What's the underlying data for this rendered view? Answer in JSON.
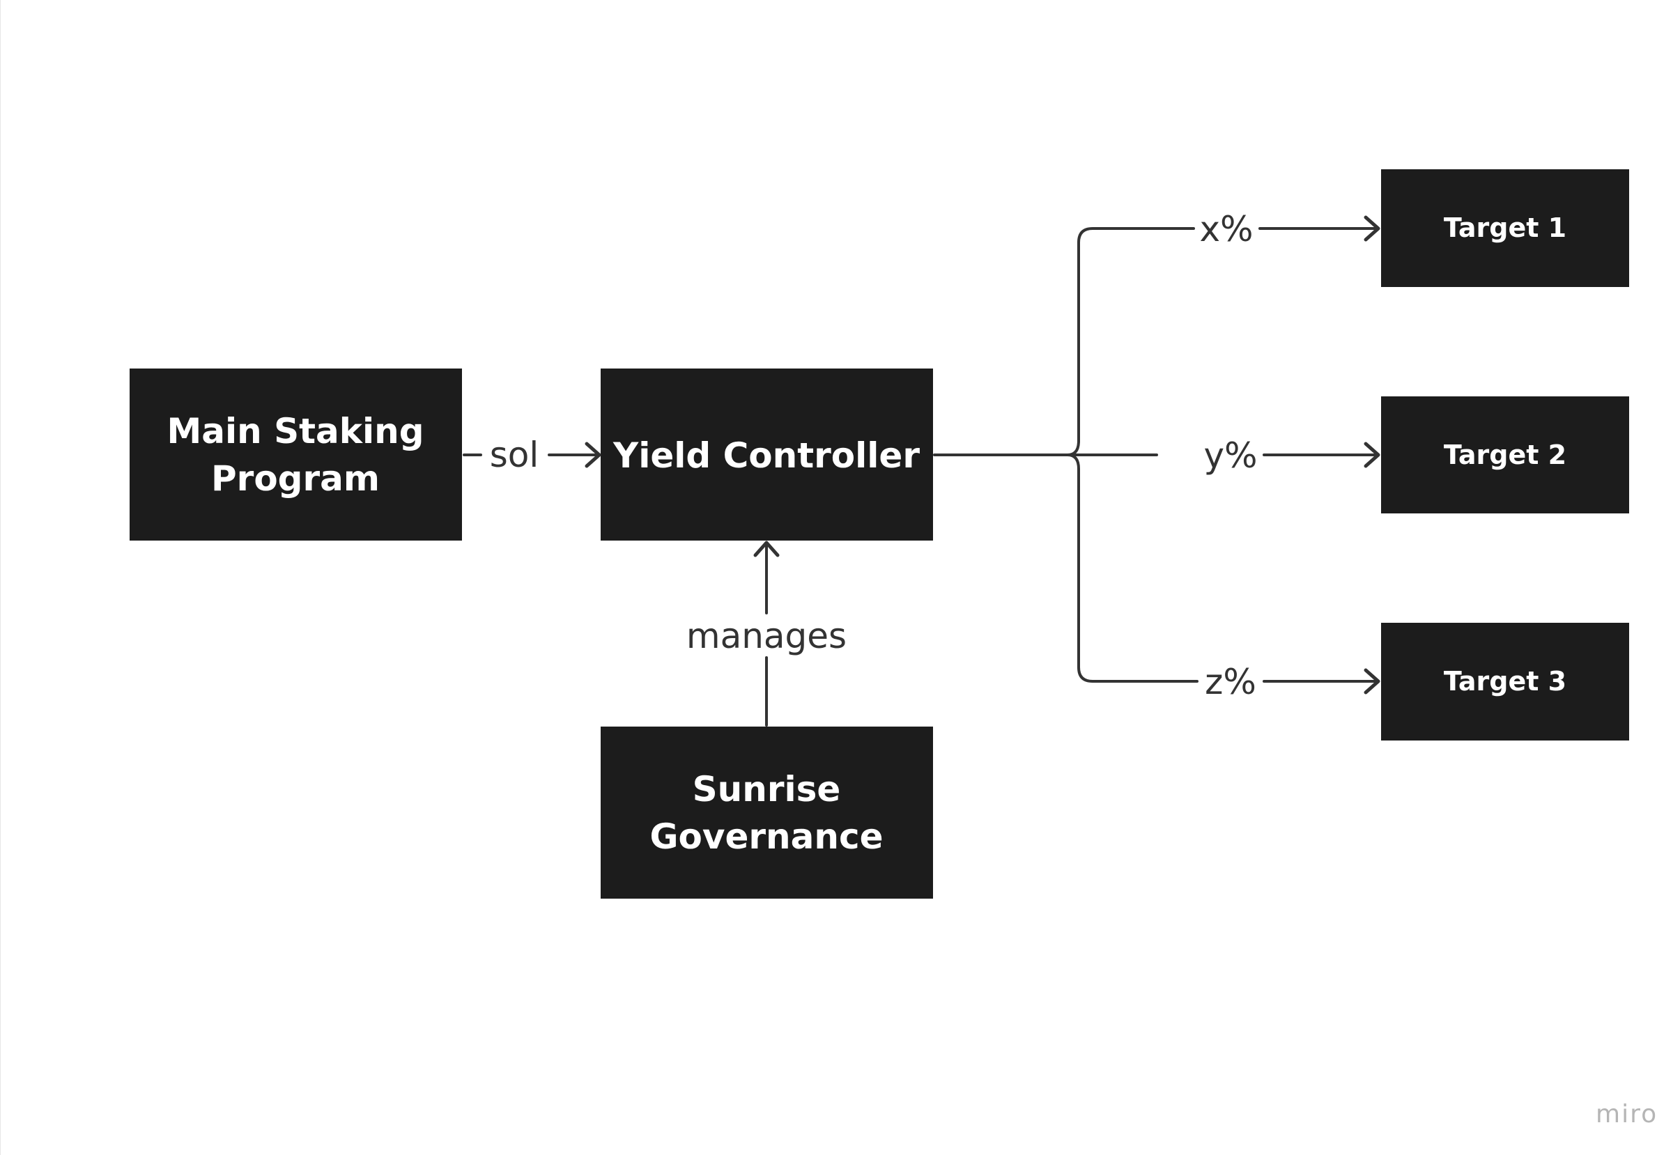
{
  "nodes": {
    "main_staking": {
      "line1": "Main Staking",
      "line2": "Program"
    },
    "yield_controller": {
      "label": "Yield Controller"
    },
    "sunrise_governance": {
      "line1": "Sunrise",
      "line2": "Governance"
    },
    "target1": {
      "label": "Target 1"
    },
    "target2": {
      "label": "Target 2"
    },
    "target3": {
      "label": "Target 3"
    }
  },
  "edges": {
    "sol": "sol",
    "manages": "manages",
    "x": "x%",
    "y": "y%",
    "z": "z%"
  },
  "colors": {
    "node_fill": "#1c1c1c",
    "node_text": "#ffffff",
    "connector": "#333333",
    "watermark": "#b5b5b5"
  },
  "watermark": "miro"
}
